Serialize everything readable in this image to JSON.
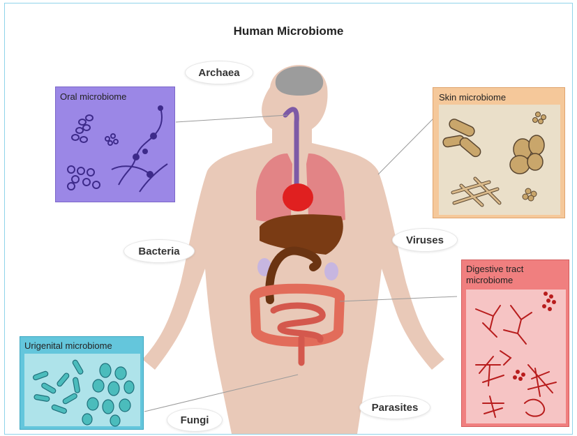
{
  "title": "Human Microbiome",
  "organisms": {
    "archaea": "Archaea",
    "bacteria": "Bacteria",
    "viruses": "Viruses",
    "fungi": "Fungi",
    "parasites": "Parasites"
  },
  "microbiomes": {
    "oral": "Oral microbiome",
    "skin": "Skin microbiome",
    "digestive": "Digestive tract microbiome",
    "urigenital": "Urigenital microbiome"
  },
  "colors": {
    "frame_border": "#8fd3ea",
    "oral_box": "#9b87e6",
    "skin_box": "#f5c89a",
    "digestive_box": "#f07f7f",
    "urigenital_box": "#64c6dc",
    "body_skin": "#e9c9b8"
  }
}
